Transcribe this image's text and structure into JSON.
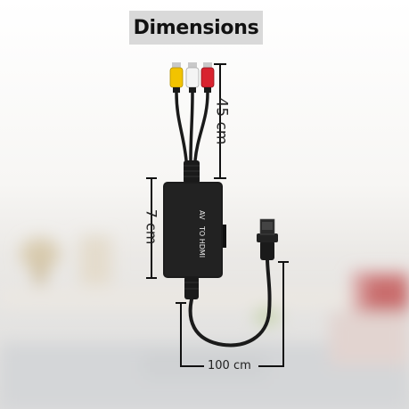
{
  "title": "Dimensions",
  "product": {
    "box_label_line1": "AV",
    "box_label_line2": "TO HDMI"
  },
  "measurements": {
    "cable_length": "45 cm",
    "box_length": "7 cm",
    "total_width": "100 cm"
  },
  "colors": {
    "title_bg": "#d9d9d9",
    "rca_yellow": "#f2c300",
    "rca_white": "#f2f2f2",
    "rca_red": "#d8232f",
    "device_black": "#1a1a1a"
  },
  "icons": [
    "rca-yellow-connector",
    "rca-white-connector",
    "rca-red-connector",
    "hdmi-connector"
  ]
}
